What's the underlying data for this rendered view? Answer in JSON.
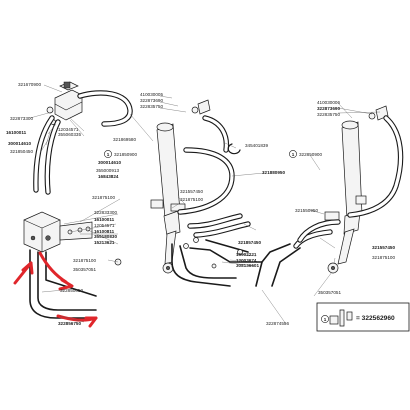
{
  "labels": {
    "l01": "321670900",
    "l02": "322873300",
    "l03": "12034571",
    "l04": "355060335",
    "l05": "16100011",
    "l06": "300014610",
    "l07": "321850450",
    "l08": "321869580",
    "l09": "410030005",
    "l10": "322873690",
    "l11": "322835750",
    "l12": "321850900",
    "l13": "300014610",
    "l14": "355000913",
    "l15": "16843824",
    "l16": "321875100",
    "l17": "322833300",
    "l18": "16100011",
    "l19": "12054571",
    "l20": "16100811",
    "l21": "355180830",
    "l22": "15213621",
    "l23": "321875100",
    "l24": "350357051",
    "l25": "322850050",
    "l26": "322856750",
    "l27": "345401839",
    "l28": "321880950",
    "l29": "321557450",
    "l30": "321875100",
    "l31": "321857450",
    "l32": "16902221",
    "l33": "12003674",
    "l34": "308136601",
    "l35": "322874556",
    "l36": "410030006",
    "l37": "322873690",
    "l38": "322835750",
    "l39": "322850900",
    "l40": "321550950",
    "l41": "321557450",
    "l42": "321875100",
    "l43": "350357051",
    "callout1": "1",
    "callout2": "1",
    "callout3": "1",
    "kit_number": "= 322562960"
  },
  "colors": {
    "ink": "#1a1a1a",
    "highlight": "#e0262b",
    "background": "#ffffff"
  }
}
